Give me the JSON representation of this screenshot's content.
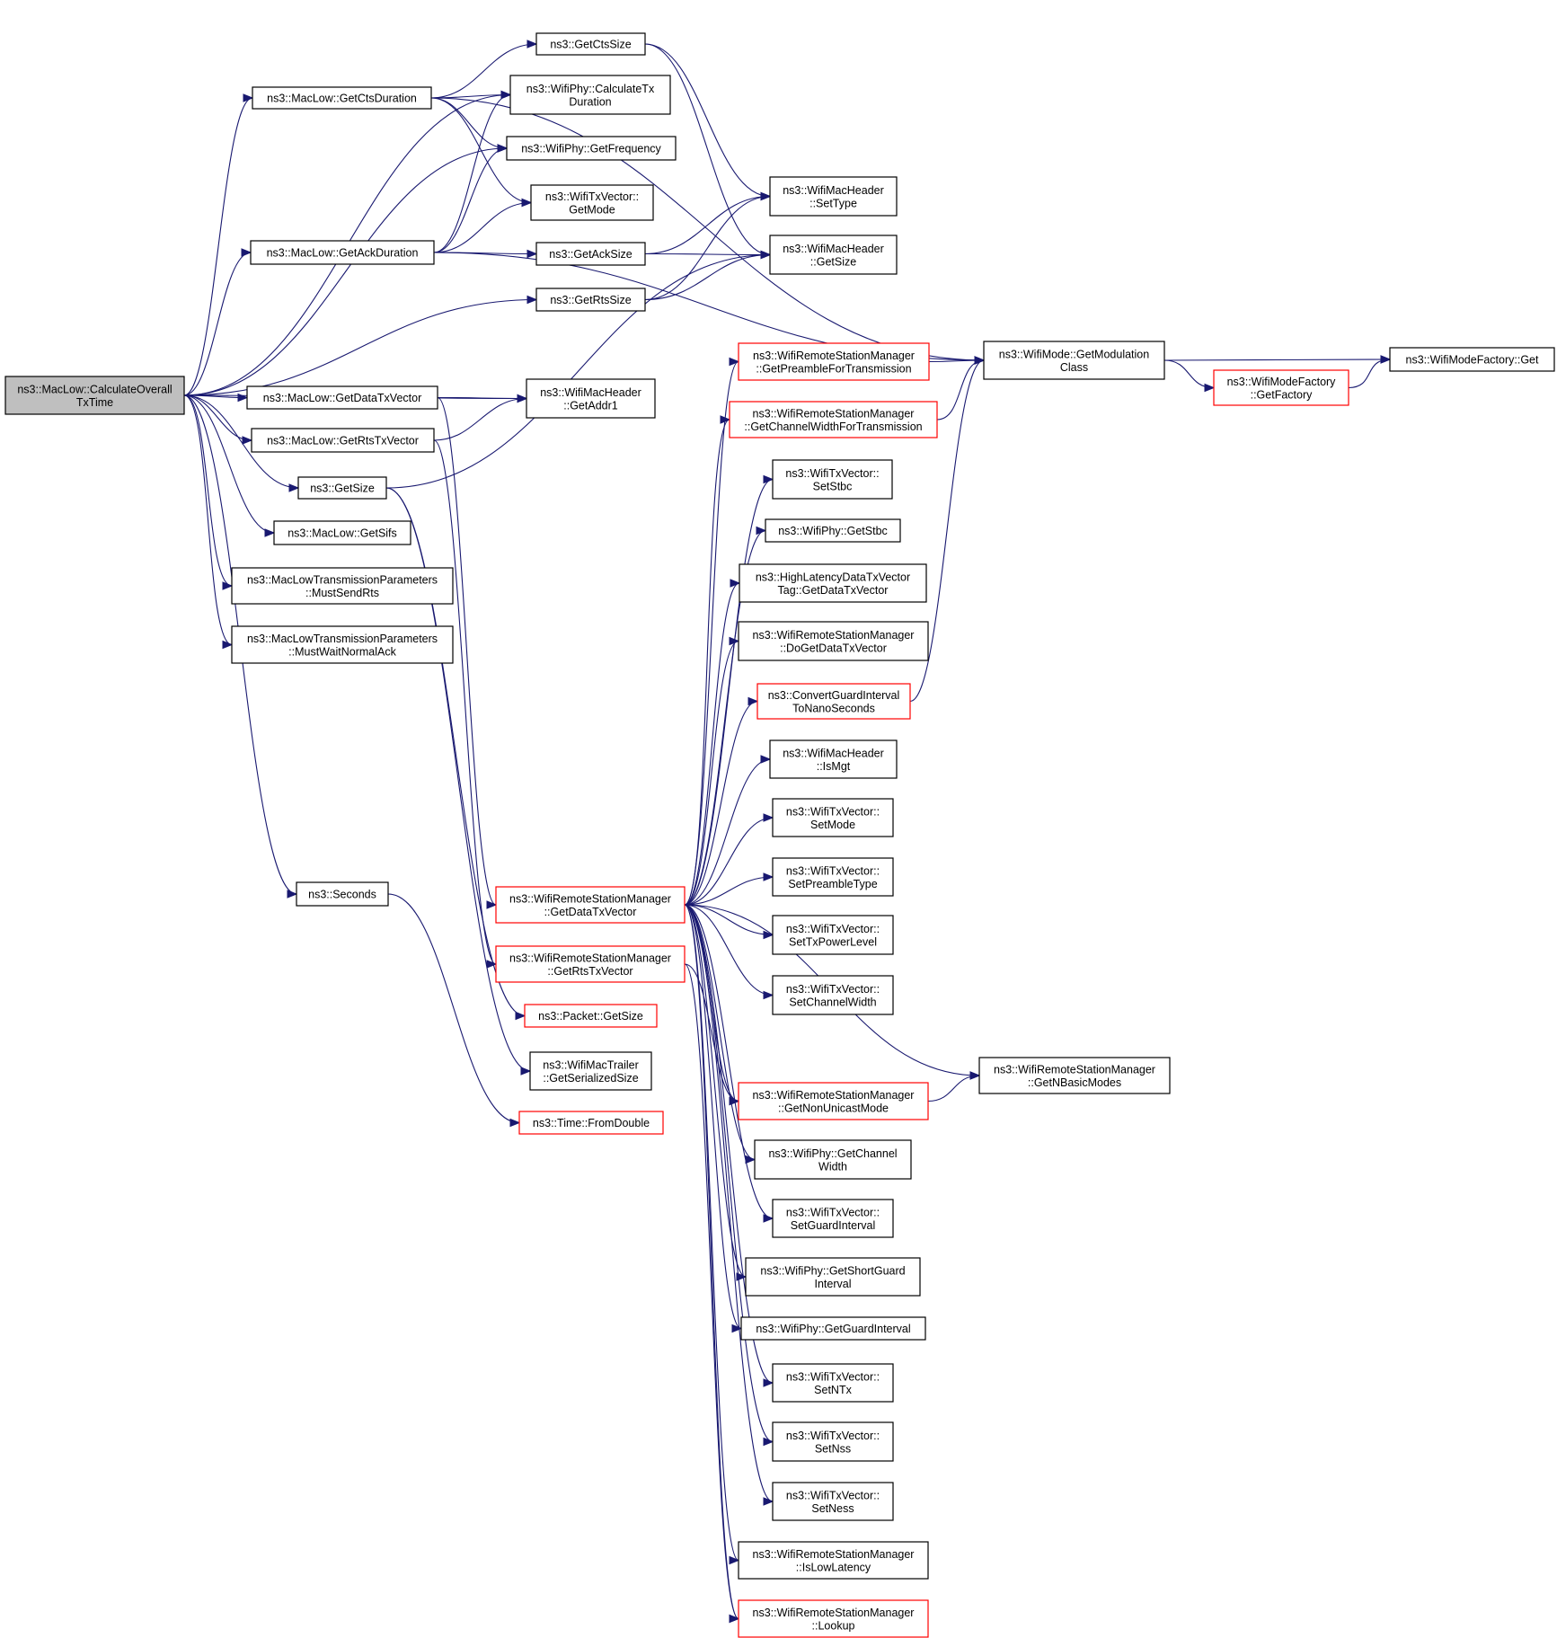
{
  "colors": {
    "edge": "#191970",
    "normal_border": "#000000",
    "truncated_border": "#ff0000",
    "root_fill": "#bfbfbf",
    "node_fill": "#ffffff"
  },
  "nodes": [
    {
      "id": "root",
      "lines": [
        "ns3::MacLow::CalculateOverall",
        "TxTime"
      ],
      "kind": "root"
    },
    {
      "id": "n1",
      "lines": [
        "ns3::MacLow::GetCtsDuration"
      ],
      "kind": "normal"
    },
    {
      "id": "n2",
      "lines": [
        "ns3::GetCtsSize"
      ],
      "kind": "normal"
    },
    {
      "id": "n3",
      "lines": [
        "ns3::WifiPhy::CalculateTx",
        "Duration"
      ],
      "kind": "normal"
    },
    {
      "id": "n4",
      "lines": [
        "ns3::WifiPhy::GetFrequency"
      ],
      "kind": "normal"
    },
    {
      "id": "n5",
      "lines": [
        "ns3::WifiTxVector::",
        "GetMode"
      ],
      "kind": "normal"
    },
    {
      "id": "n6",
      "lines": [
        "ns3::WifiMacHeader",
        "::SetType"
      ],
      "kind": "normal"
    },
    {
      "id": "n7",
      "lines": [
        "ns3::MacLow::GetAckDuration"
      ],
      "kind": "normal"
    },
    {
      "id": "n8",
      "lines": [
        "ns3::GetAckSize"
      ],
      "kind": "normal"
    },
    {
      "id": "n9",
      "lines": [
        "ns3::WifiMacHeader",
        "::GetSize"
      ],
      "kind": "normal"
    },
    {
      "id": "n10",
      "lines": [
        "ns3::GetRtsSize"
      ],
      "kind": "normal"
    },
    {
      "id": "n11",
      "lines": [
        "ns3::WifiRemoteStationManager",
        "::GetPreambleForTransmission"
      ],
      "kind": "truncated"
    },
    {
      "id": "n12",
      "lines": [
        "ns3::WifiMode::GetModulation",
        "Class"
      ],
      "kind": "normal"
    },
    {
      "id": "n13",
      "lines": [
        "ns3::WifiModeFactory::Get"
      ],
      "kind": "normal"
    },
    {
      "id": "n14",
      "lines": [
        "ns3::WifiModeFactory",
        "::GetFactory"
      ],
      "kind": "truncated"
    },
    {
      "id": "n15",
      "lines": [
        "ns3::MacLow::GetDataTxVector"
      ],
      "kind": "normal"
    },
    {
      "id": "n16",
      "lines": [
        "ns3::WifiMacHeader",
        "::GetAddr1"
      ],
      "kind": "normal"
    },
    {
      "id": "n17",
      "lines": [
        "ns3::WifiRemoteStationManager",
        "::GetChannelWidthForTransmission"
      ],
      "kind": "truncated"
    },
    {
      "id": "n18",
      "lines": [
        "ns3::MacLow::GetRtsTxVector"
      ],
      "kind": "normal"
    },
    {
      "id": "n19",
      "lines": [
        "ns3::WifiTxVector::",
        "SetStbc"
      ],
      "kind": "normal"
    },
    {
      "id": "n20",
      "lines": [
        "ns3::GetSize"
      ],
      "kind": "normal"
    },
    {
      "id": "n21",
      "lines": [
        "ns3::WifiPhy::GetStbc"
      ],
      "kind": "normal"
    },
    {
      "id": "n22",
      "lines": [
        "ns3::MacLow::GetSifs"
      ],
      "kind": "normal"
    },
    {
      "id": "n23",
      "lines": [
        "ns3::HighLatencyDataTxVector",
        "Tag::GetDataTxVector"
      ],
      "kind": "normal"
    },
    {
      "id": "n24",
      "lines": [
        "ns3::MacLowTransmissionParameters",
        "::MustSendRts"
      ],
      "kind": "normal"
    },
    {
      "id": "n25",
      "lines": [
        "ns3::WifiRemoteStationManager",
        "::DoGetDataTxVector"
      ],
      "kind": "normal"
    },
    {
      "id": "n26",
      "lines": [
        "ns3::MacLowTransmissionParameters",
        "::MustWaitNormalAck"
      ],
      "kind": "normal"
    },
    {
      "id": "n27",
      "lines": [
        "ns3::ConvertGuardInterval",
        "ToNanoSeconds"
      ],
      "kind": "truncated"
    },
    {
      "id": "n28",
      "lines": [
        "ns3::WifiMacHeader",
        "::IsMgt"
      ],
      "kind": "normal"
    },
    {
      "id": "n29",
      "lines": [
        "ns3::WifiTxVector::",
        "SetMode"
      ],
      "kind": "normal"
    },
    {
      "id": "n30",
      "lines": [
        "ns3::WifiTxVector::",
        "SetPreambleType"
      ],
      "kind": "normal"
    },
    {
      "id": "n31",
      "lines": [
        "ns3::Seconds"
      ],
      "kind": "normal"
    },
    {
      "id": "n32",
      "lines": [
        "ns3::WifiRemoteStationManager",
        "::GetDataTxVector"
      ],
      "kind": "truncated"
    },
    {
      "id": "n33",
      "lines": [
        "ns3::WifiTxVector::",
        "SetTxPowerLevel"
      ],
      "kind": "normal"
    },
    {
      "id": "n34",
      "lines": [
        "ns3::WifiRemoteStationManager",
        "::GetRtsTxVector"
      ],
      "kind": "truncated"
    },
    {
      "id": "n35",
      "lines": [
        "ns3::WifiTxVector::",
        "SetChannelWidth"
      ],
      "kind": "normal"
    },
    {
      "id": "n36",
      "lines": [
        "ns3::Packet::GetSize"
      ],
      "kind": "truncated"
    },
    {
      "id": "n37",
      "lines": [
        "ns3::WifiMacTrailer",
        "::GetSerializedSize"
      ],
      "kind": "normal"
    },
    {
      "id": "n38",
      "lines": [
        "ns3::WifiRemoteStationManager",
        "::GetNBasicModes"
      ],
      "kind": "normal"
    },
    {
      "id": "n39",
      "lines": [
        "ns3::WifiRemoteStationManager",
        "::GetNonUnicastMode"
      ],
      "kind": "truncated"
    },
    {
      "id": "n40",
      "lines": [
        "ns3::Time::FromDouble"
      ],
      "kind": "truncated"
    },
    {
      "id": "n41",
      "lines": [
        "ns3::WifiPhy::GetChannel",
        "Width"
      ],
      "kind": "normal"
    },
    {
      "id": "n42",
      "lines": [
        "ns3::WifiTxVector::",
        "SetGuardInterval"
      ],
      "kind": "normal"
    },
    {
      "id": "n43",
      "lines": [
        "ns3::WifiPhy::GetShortGuard",
        "Interval"
      ],
      "kind": "normal"
    },
    {
      "id": "n44",
      "lines": [
        "ns3::WifiPhy::GetGuardInterval"
      ],
      "kind": "normal"
    },
    {
      "id": "n45",
      "lines": [
        "ns3::WifiTxVector::",
        "SetNTx"
      ],
      "kind": "normal"
    },
    {
      "id": "n46",
      "lines": [
        "ns3::WifiTxVector::",
        "SetNss"
      ],
      "kind": "normal"
    },
    {
      "id": "n47",
      "lines": [
        "ns3::WifiTxVector::",
        "SetNess"
      ],
      "kind": "normal"
    },
    {
      "id": "n48",
      "lines": [
        "ns3::WifiRemoteStationManager",
        "::IsLowLatency"
      ],
      "kind": "normal"
    },
    {
      "id": "n49",
      "lines": [
        "ns3::WifiRemoteStationManager",
        "::Lookup"
      ],
      "kind": "truncated"
    }
  ],
  "edges": [
    [
      "root",
      "n1"
    ],
    [
      "root",
      "n3"
    ],
    [
      "root",
      "n4"
    ],
    [
      "root",
      "n7"
    ],
    [
      "root",
      "n10"
    ],
    [
      "root",
      "n16"
    ],
    [
      "root",
      "n15"
    ],
    [
      "root",
      "n18"
    ],
    [
      "root",
      "n20"
    ],
    [
      "root",
      "n22"
    ],
    [
      "root",
      "n24"
    ],
    [
      "root",
      "n26"
    ],
    [
      "root",
      "n31"
    ],
    [
      "n1",
      "n2"
    ],
    [
      "n1",
      "n3"
    ],
    [
      "n1",
      "n4"
    ],
    [
      "n1",
      "n5"
    ],
    [
      "n1",
      "n12"
    ],
    [
      "n2",
      "n6"
    ],
    [
      "n2",
      "n9"
    ],
    [
      "n7",
      "n3"
    ],
    [
      "n7",
      "n4"
    ],
    [
      "n7",
      "n5"
    ],
    [
      "n7",
      "n8"
    ],
    [
      "n7",
      "n12"
    ],
    [
      "n8",
      "n6"
    ],
    [
      "n8",
      "n9"
    ],
    [
      "n10",
      "n6"
    ],
    [
      "n10",
      "n9"
    ],
    [
      "n15",
      "n16"
    ],
    [
      "n15",
      "n32"
    ],
    [
      "n18",
      "n16"
    ],
    [
      "n18",
      "n34"
    ],
    [
      "n20",
      "n9"
    ],
    [
      "n20",
      "n36"
    ],
    [
      "n20",
      "n37"
    ],
    [
      "n31",
      "n40"
    ],
    [
      "n11",
      "n12"
    ],
    [
      "n17",
      "n12"
    ],
    [
      "n27",
      "n12"
    ],
    [
      "n12",
      "n13"
    ],
    [
      "n12",
      "n14"
    ],
    [
      "n14",
      "n13"
    ],
    [
      "n32",
      "n11"
    ],
    [
      "n32",
      "n17"
    ],
    [
      "n32",
      "n19"
    ],
    [
      "n32",
      "n21"
    ],
    [
      "n32",
      "n23"
    ],
    [
      "n32",
      "n25"
    ],
    [
      "n32",
      "n27"
    ],
    [
      "n32",
      "n28"
    ],
    [
      "n32",
      "n29"
    ],
    [
      "n32",
      "n30"
    ],
    [
      "n32",
      "n33"
    ],
    [
      "n32",
      "n35"
    ],
    [
      "n32",
      "n38"
    ],
    [
      "n32",
      "n39"
    ],
    [
      "n32",
      "n41"
    ],
    [
      "n32",
      "n42"
    ],
    [
      "n32",
      "n43"
    ],
    [
      "n32",
      "n44"
    ],
    [
      "n32",
      "n45"
    ],
    [
      "n32",
      "n46"
    ],
    [
      "n32",
      "n47"
    ],
    [
      "n32",
      "n48"
    ],
    [
      "n32",
      "n49"
    ],
    [
      "n34",
      "n39"
    ],
    [
      "n34",
      "n49"
    ],
    [
      "n39",
      "n38"
    ]
  ]
}
